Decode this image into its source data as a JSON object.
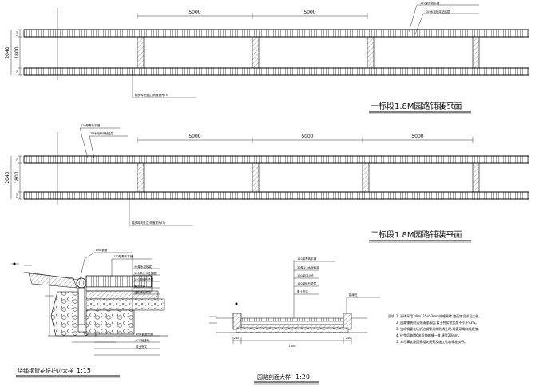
{
  "plan1": {
    "dims": {
      "spacing_1": "5000",
      "spacing_2": "5000",
      "total_width": "2040",
      "top_band": "120",
      "middle": "1800",
      "bottom_band": "120"
    },
    "callouts": [
      "120厚青砖平铺",
      "2H水泥砂浆粘结层"
    ],
    "bottom_callout": "踏步砖块竖立(侧面宽为75)",
    "title": "一标段1.8M园路铺装平面",
    "scale": "1:50"
  },
  "plan2": {
    "dims": {
      "spacing_1": "5000",
      "spacing_2": "5000",
      "spacing_3": "5000",
      "total_width": "2040",
      "top_band": "120",
      "middle": "1800",
      "bottom_band": "120"
    },
    "callouts": [
      "120厚青砖平铺",
      "2H水泥砂浆粘结层"
    ],
    "bottom_callout": "踏步砖块竖立(侧面宽为75)",
    "title": "二标段1.8M园路铺装平面",
    "scale": "1:50"
  },
  "detail_left": {
    "title": "绕绳钢管花坛护边大样",
    "scale": "1:15",
    "labels": [
      "Ø50钢管",
      "120厚青砖平铺",
      "30厚水泥砂浆",
      "100厚C15砼垫层",
      "150厚碎石垫层",
      "素土夯实",
      "自然块石砌筑",
      "Ø48钢管埋深",
      "C20砼基础",
      "素土夯实"
    ]
  },
  "detail_mid": {
    "title": "园路剖面大样",
    "scale": "1:20",
    "labels": [
      "120厚青砖平铺",
      "30厚1:3水泥砂浆",
      "100厚C15砼",
      "150厚碎石垫层",
      "素土夯实",
      "路缘石"
    ],
    "dims": {
      "total": "1800",
      "left": "240",
      "right": "240"
    }
  },
  "notes": {
    "heading": "说明",
    "items": [
      "1. 青砖采用240x115x53mm规格青砖,路面铺设详见大样。",
      "2. 园路铺装前须先清理基层,素土夯实密实度不小于93%。",
      "3. 绕绳钢管花坛护边钢管须做防锈处理,绳索采用麻绳缠绕。",
      "4. 砼垫层每隔6米设伸缩缝一道,缝宽20mm。",
      "5. 未尽事宜按国家相关规范及施工验收标准执行。"
    ]
  }
}
